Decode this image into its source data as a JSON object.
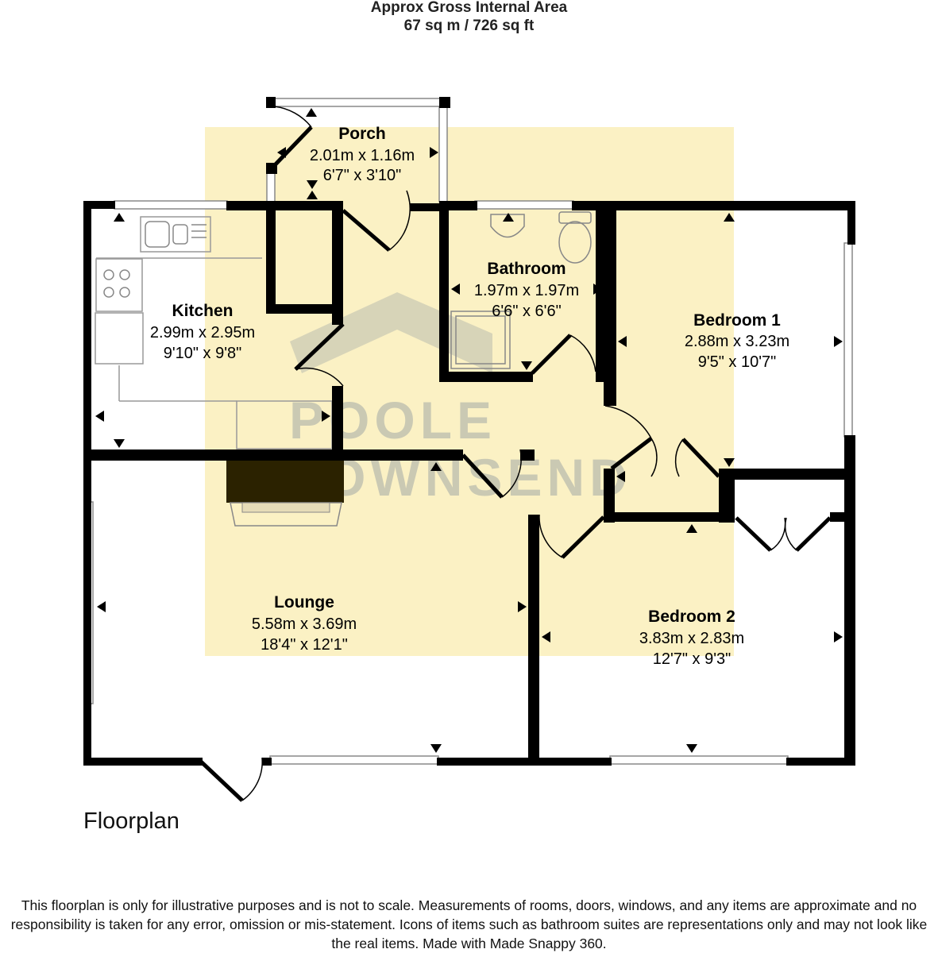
{
  "header": {
    "area_title": "Approx Gross Internal Area",
    "area_value": "67 sq m / 726 sq ft"
  },
  "watermark": {
    "line1": "POOLE",
    "line2": "TOWNSEND"
  },
  "rooms": {
    "porch": {
      "name": "Porch",
      "metric": "2.01m x 1.16m",
      "imperial": "6'7\" x 3'10\""
    },
    "kitchen": {
      "name": "Kitchen",
      "metric": "2.99m x 2.95m",
      "imperial": "9'10\" x 9'8\""
    },
    "bathroom": {
      "name": "Bathroom",
      "metric": "1.97m x 1.97m",
      "imperial": "6'6\" x 6'6\""
    },
    "bedroom1": {
      "name": "Bedroom 1",
      "metric": "2.88m x 3.23m",
      "imperial": "9'5\" x 10'7\""
    },
    "lounge": {
      "name": "Lounge",
      "metric": "5.58m x 3.69m",
      "imperial": "18'4\" x 12'1\""
    },
    "bedroom2": {
      "name": "Bedroom 2",
      "metric": "3.83m x 2.83m",
      "imperial": "12'7\" x 9'3\""
    }
  },
  "footer": {
    "plan_label": "Floorplan",
    "disclaimer": "This floorplan is only for illustrative purposes and is not to scale. Measurements of rooms, doors, windows, and any items are approximate and no responsibility is taken for any error, omission or mis-statement. Icons of items such as bathroom suites are representations only and may not look like the real items. Made with Made Snappy 360."
  },
  "colors": {
    "wall": "#000000",
    "highlight": "#fbf1c4",
    "watermark": "#1f3e7a"
  }
}
